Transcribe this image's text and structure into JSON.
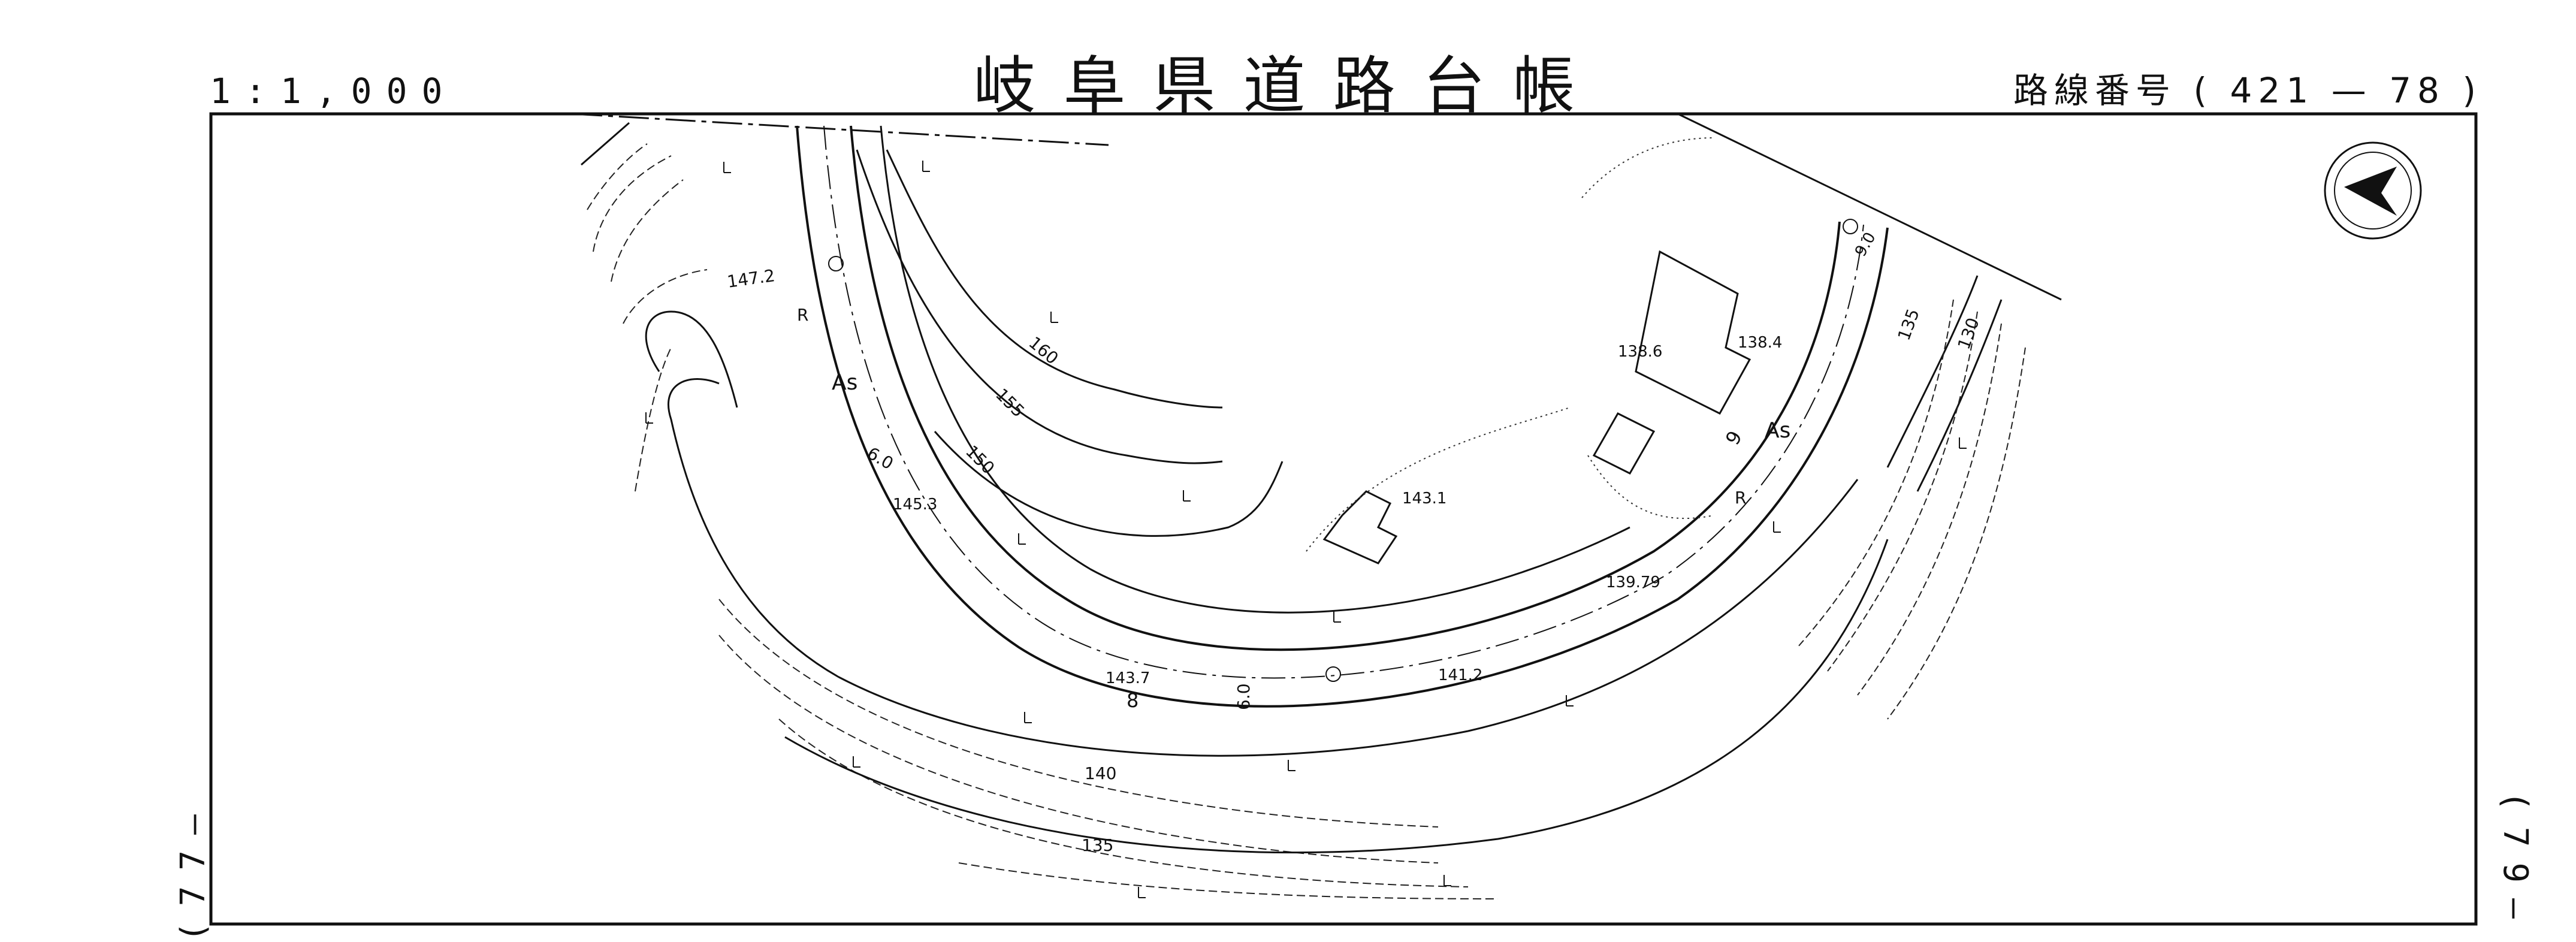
{
  "header": {
    "scale": "1:1,000",
    "title": "岐阜県道路台帳",
    "route_label": "路線番号",
    "route_open": "(",
    "route_from": "421",
    "route_dash": "—",
    "route_to": "78",
    "route_close": ")"
  },
  "adjacent_sheets": {
    "left": "(77—",
    "right": "(79—"
  },
  "map_labels": {
    "road_type_left": "As",
    "road_type_right": "As",
    "edge_left": "R",
    "edge_right": "R",
    "width_left": "6.0",
    "width_bottom": "6.0",
    "width_right": "9.0",
    "lane_right": "9",
    "lane_bottom": "8",
    "spot_147_2": "147.2",
    "spot_145_3": "145.3",
    "spot_143_7": "143.7",
    "spot_141_2": "141.2",
    "spot_143_1": "143.1",
    "spot_138_6": "138.6",
    "spot_138_4": "138.4",
    "spot_139_79": "139.79",
    "contour_160": "160",
    "contour_155": "155",
    "contour_150": "150",
    "contour_140": "140",
    "contour_135_bottom": "135",
    "contour_135_right": "135",
    "contour_130": "130"
  },
  "icons": {
    "north_arrow": "north-arrow-icon",
    "tree": "tree-symbol-icon",
    "benchmark": "benchmark-circle-icon"
  }
}
